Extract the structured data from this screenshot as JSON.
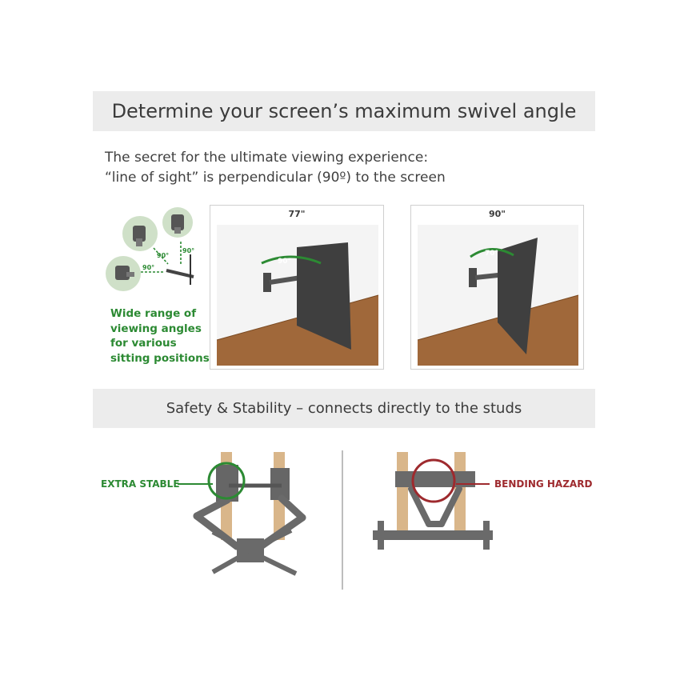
{
  "swivel_section": {
    "title": "Determine your screen’s maximum swivel angle",
    "intro_line1": "The secret for the ultimate viewing experience:",
    "intro_line2": "“line of sight” is perpendicular (90º) to the screen",
    "angle_mark_labels": [
      "90°",
      "90°",
      "90°"
    ],
    "viewing_angles_lines": [
      "Wide range of",
      "viewing angles",
      "for various",
      "sitting positions"
    ],
    "panels": [
      {
        "label": "77\"",
        "angle_badge": "90°"
      },
      {
        "label": "90\"",
        "angle_badge": "70°"
      }
    ]
  },
  "safety_section": {
    "title": "Safety & Stability – connects directly to the studs",
    "stable_label": "EXTRA STABLE",
    "hazard_label": "BENDING HAZARD"
  },
  "colors": {
    "band_gray": "#ececec",
    "accent_green": "#2c8a33",
    "hazard_red": "#9e2a2e",
    "mount_gray": "#6a6a6a",
    "wood": "#a0683a",
    "stud": "#d9b68a"
  }
}
